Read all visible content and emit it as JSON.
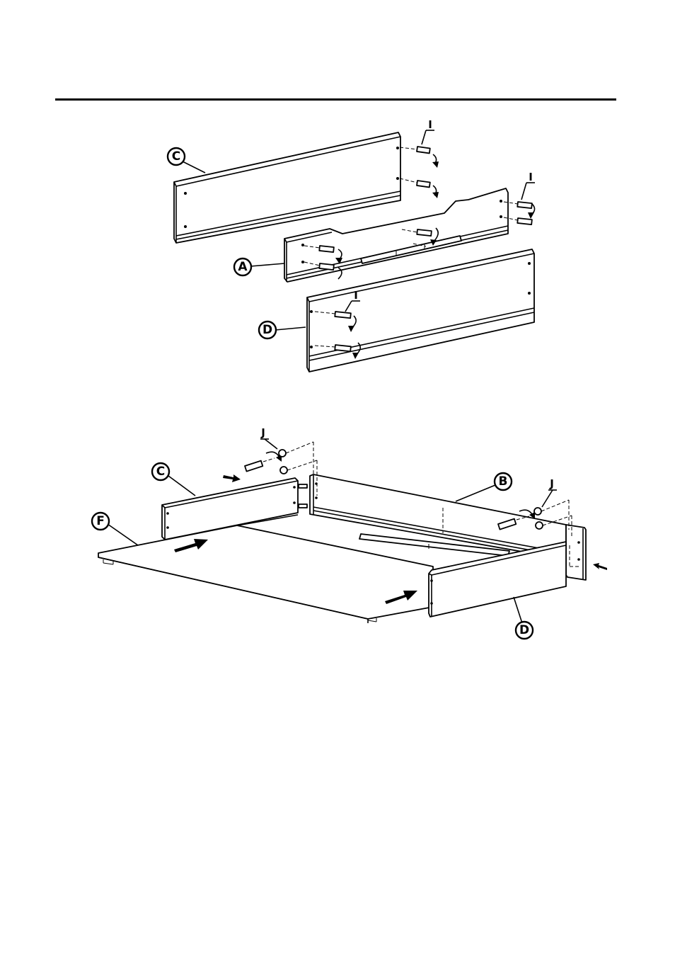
{
  "diagram": {
    "step1": {
      "labels": {
        "panel_c": "C",
        "panel_a": "A",
        "panel_d": "D",
        "dowel_1": "I",
        "dowel_2": "I",
        "dowel_3": "I"
      }
    },
    "step2": {
      "labels": {
        "panel_c": "C",
        "panel_b": "B",
        "panel_f": "F",
        "panel_d": "D",
        "cam_1": "J",
        "cam_2": "J"
      }
    }
  },
  "colors": {
    "line": "#000000",
    "background": "#ffffff"
  }
}
